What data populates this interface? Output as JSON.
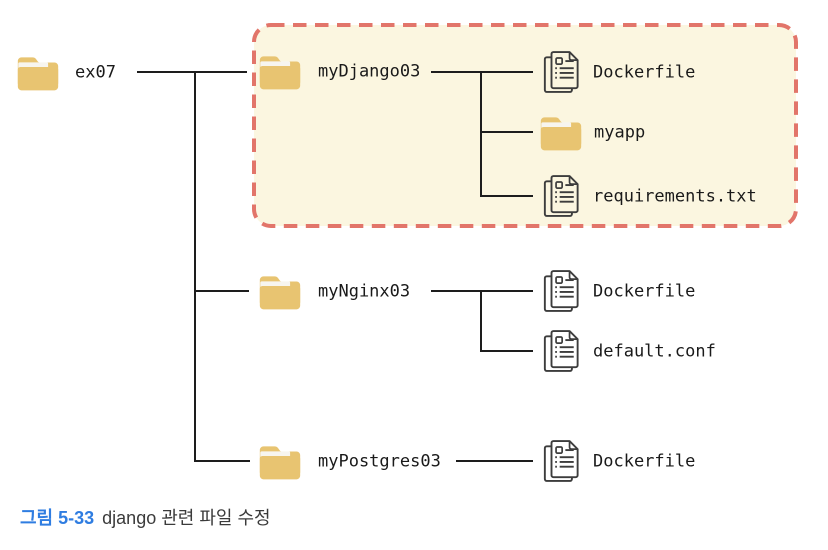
{
  "figure": {
    "caption_label": "그림 5-33",
    "caption_text": "django 관련 파일 수정"
  },
  "colors": {
    "highlight_border": "#e2756a",
    "highlight_background": "#fbf6e0",
    "folder_gold": "#e8c471",
    "connector_line": "#1d1d1d",
    "caption_accent_blue": "#2f7de1",
    "caption_text_gray": "#3b3b3b"
  },
  "icons": {
    "folder": "folder-icon",
    "file": "document-file-icon"
  },
  "tree": {
    "root": {
      "label": "ex07",
      "type": "folder"
    },
    "children": [
      {
        "label": "myDjango03",
        "type": "folder",
        "highlighted": true,
        "children": [
          {
            "label": "Dockerfile",
            "type": "file"
          },
          {
            "label": "myapp",
            "type": "folder"
          },
          {
            "label": "requirements.txt",
            "type": "file"
          }
        ]
      },
      {
        "label": "myNginx03",
        "type": "folder",
        "highlighted": false,
        "children": [
          {
            "label": "Dockerfile",
            "type": "file"
          },
          {
            "label": "default.conf",
            "type": "file"
          }
        ]
      },
      {
        "label": "myPostgres03",
        "type": "folder",
        "highlighted": false,
        "children": [
          {
            "label": "Dockerfile",
            "type": "file"
          }
        ]
      }
    ]
  }
}
